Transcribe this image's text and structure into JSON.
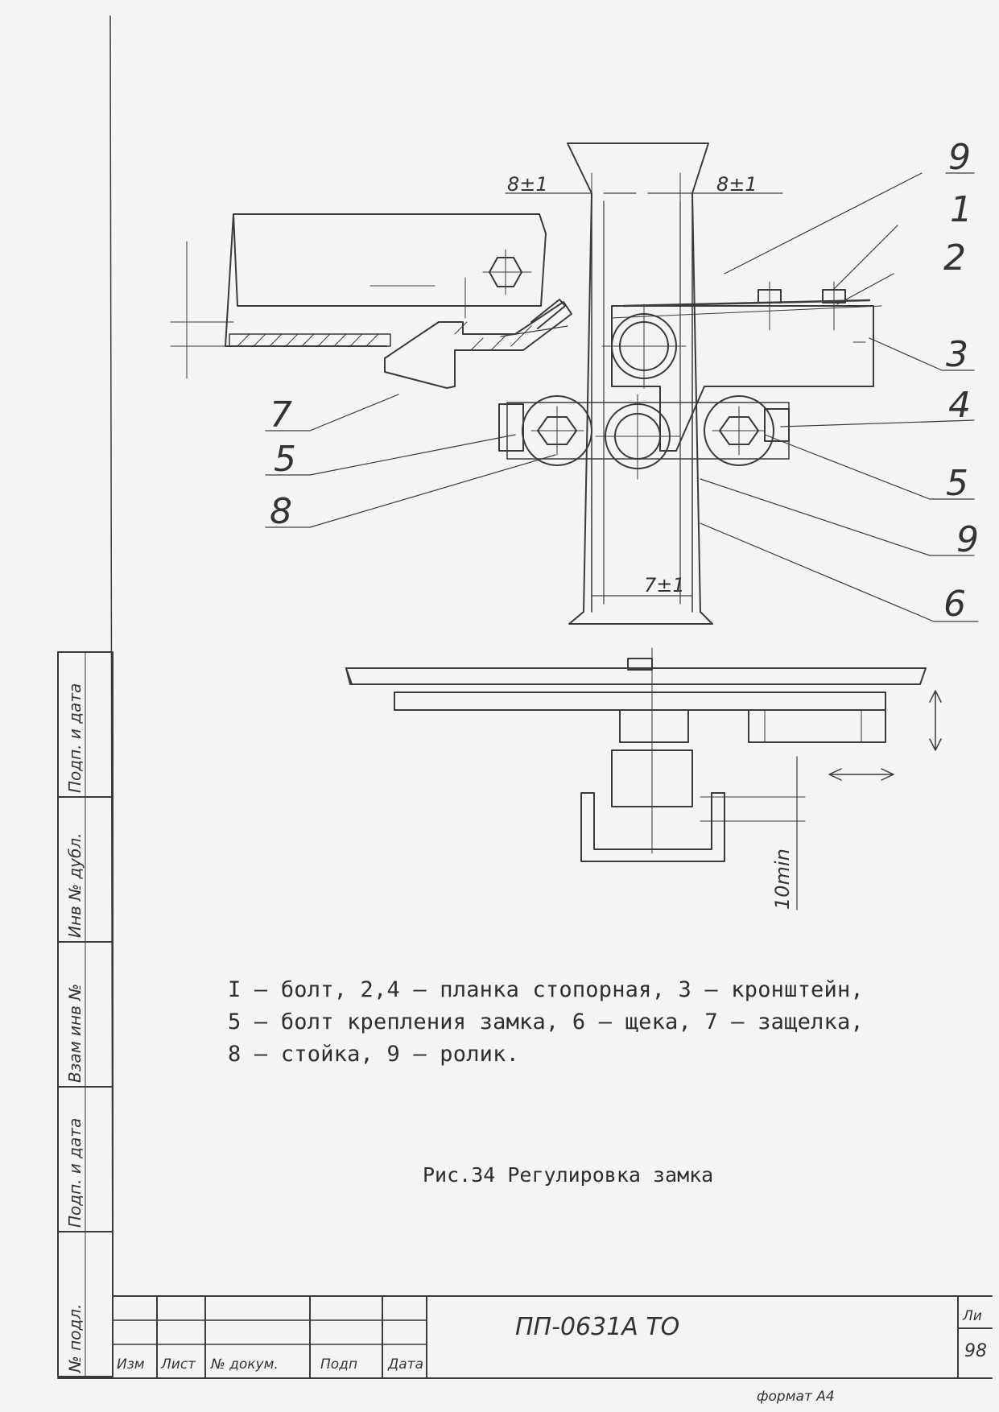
{
  "drawing": {
    "callouts": [
      "9",
      "1",
      "2",
      "3",
      "4",
      "5",
      "9",
      "6",
      "7",
      "5",
      "8"
    ],
    "dimensions": {
      "left_gap": "8±1",
      "right_gap": "8±1",
      "bottom_gap": "7±1",
      "min_clearance": "10min"
    }
  },
  "legend": {
    "line1": "I – болт, 2,4 – планка стопорная, 3 – кронштейн,",
    "line2": "5 – болт крепления замка, 6 – щека, 7 – защелка,",
    "line3": "8 – стойка, 9 – ролик."
  },
  "caption": "Рис.34  Регулировка замка",
  "side_stamp": {
    "cells": [
      "Подп. и дата",
      "Инв № дубл.",
      "Взам инв №",
      "Подп. и дата",
      "№ подл."
    ]
  },
  "title_block": {
    "doc_code": "ПП-0631А ТО",
    "columns": [
      "Изм",
      "Лист",
      "№ докум.",
      "Подп",
      "Дата"
    ],
    "sheet_label": "Ли",
    "sheet_number": "98"
  },
  "format_label": "формат А4"
}
